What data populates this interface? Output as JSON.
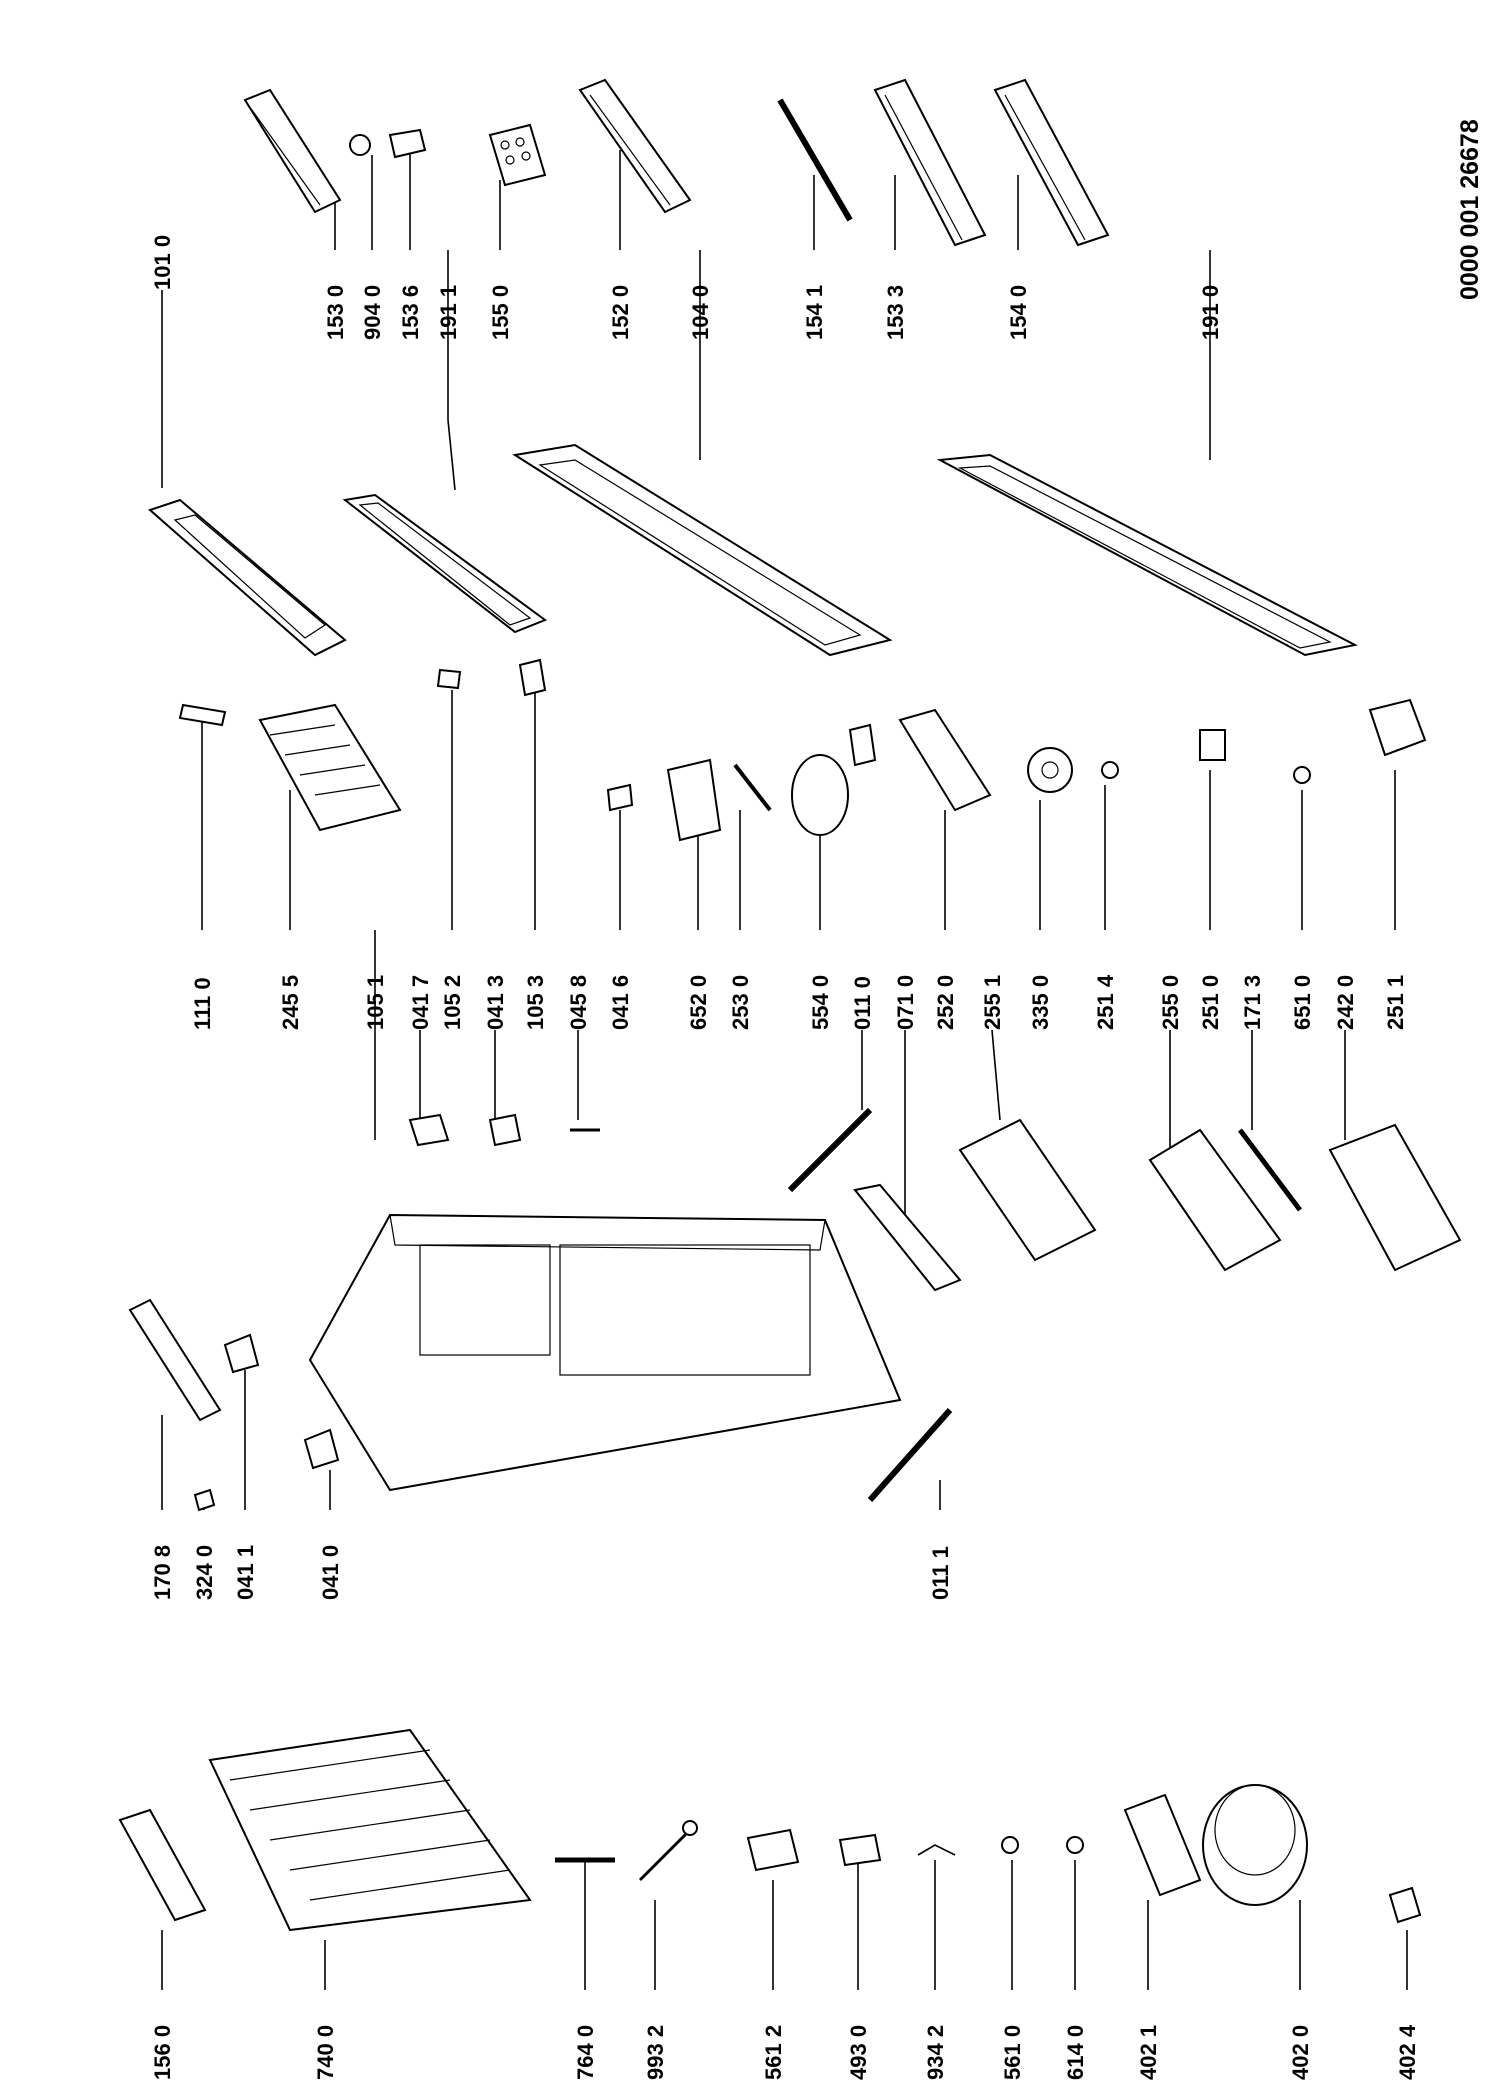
{
  "document_code": "0000 001 26678",
  "labels": {
    "l1010": "101 0",
    "l1530": "153 0",
    "l9040": "904 0",
    "l1536": "153 6",
    "l1911a": "191 1",
    "l1550": "155 0",
    "l1520": "152 0",
    "l1040": "104 0",
    "l1541": "154 1",
    "l1533": "153 3",
    "l1540": "154 0",
    "l1910": "191 0",
    "l1110": "111 0",
    "l2455": "245 5",
    "l1051": "105 1",
    "l0417": "041 7",
    "l1052": "105 2",
    "l0413": "041 3",
    "l1053": "105 3",
    "l0458": "045 8",
    "l0416": "041 6",
    "l6520": "652 0",
    "l2530": "253 0",
    "l5540": "554 0",
    "l0110": "011 0",
    "l0710": "071 0",
    "l2520": "252 0",
    "l2551": "255 1",
    "l3350": "335 0",
    "l2514": "251 4",
    "l2550": "255 0",
    "l2510": "251 0",
    "l1713": "171 3",
    "l6510": "651 0",
    "l2420": "242 0",
    "l2511": "251 1",
    "l1708": "170 8",
    "l3240": "324 0",
    "l0411": "041 1",
    "l0410": "041 0",
    "l0111": "011 1",
    "l1560": "156 0",
    "l7400": "740 0",
    "l7640": "764 0",
    "l9932": "993 2",
    "l5612": "561 2",
    "l4930": "493 0",
    "l9342": "934 2",
    "l5610": "561 0",
    "l6140": "614 0",
    "l4021": "402 1",
    "l4020": "402 0",
    "l4024": "402 4"
  }
}
